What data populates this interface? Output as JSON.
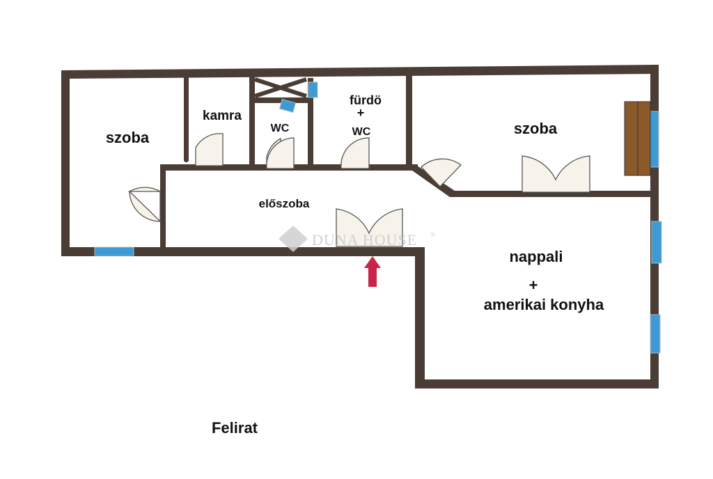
{
  "plan": {
    "rooms": {
      "szoba_left": "szoba",
      "kamra": "kamra",
      "wc": "WC",
      "furdo": "fürdö",
      "furdo_plus": "+",
      "furdo_wc": "WC",
      "szoba_right": "szoba",
      "eloszoba": "előszoba",
      "nappali": "nappali",
      "nappali_plus": "+",
      "konyha": "amerikai konyha"
    },
    "caption": "Felirat",
    "watermark": "DUNA HOUSE",
    "watermark_mark": "®",
    "colors": {
      "wall": "#4a3d35",
      "window": "#3d9ad4",
      "door": "#f8f3ea",
      "entrance_arrow": "#c8234a",
      "wardrobe": "#8b5a2b"
    }
  }
}
